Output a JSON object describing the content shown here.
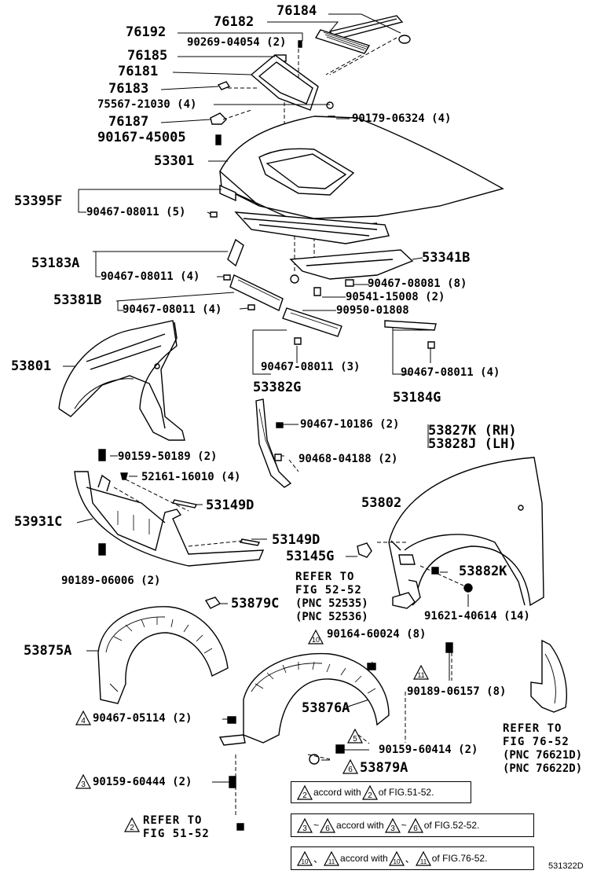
{
  "labels": {
    "p76184": "76184",
    "p76182": "76182",
    "p76192": "76192",
    "p90269": "90269-04054 (2)",
    "p76185": "76185",
    "p76181": "76181",
    "p76183": "76183",
    "p75567": "75567-21030 (4)",
    "p90179": "90179-06324 (4)",
    "p76187": "76187",
    "p90167": "90167-45005",
    "p53301": "53301",
    "p53395f": "53395F",
    "p90467_5": "90467-08011 (5)",
    "p53183a": "53183A",
    "p90467_4a": "90467-08011 (4)",
    "p53341b": "53341B",
    "p90467_08081": "90467-08081 (8)",
    "p90541": "90541-15008 (2)",
    "p53381b": "53381B",
    "p90467_4b": "90467-08011 (4)",
    "p90950": "90950-01808",
    "p53801": "53801",
    "p90467_3": "90467-08011 (3)",
    "p53382g": "53382G",
    "p90467_4c": "90467-08011 (4)",
    "p53184g": "53184G",
    "p90467_10186": "90467-10186 (2)",
    "p53827k": "53827K (RH)",
    "p53828j": "53828J (LH)",
    "p90468": "90468-04188 (2)",
    "p90159_50189": "90159-50189 (2)",
    "p52161": "52161-16010 (4)",
    "p53149d_a": "53149D",
    "p53802": "53802",
    "p53931c": "53931C",
    "p53149d_b": "53149D",
    "p53145g": "53145G",
    "p53882k": "53882K",
    "p90189_06006": "90189-06006 (2)",
    "ref_5252_1": "REFER TO",
    "ref_5252_2": "FIG 52-52",
    "ref_5252_3": "(PNC 52535)",
    "ref_5252_4": "(PNC 52536)",
    "p91621": "91621-40614 (14)",
    "p53879c": "53879C",
    "p53875a": "53875A",
    "p90164": "90164-60024 (8)",
    "p90189_06157": "90189-06157 (8)",
    "p53876a": "53876A",
    "p90467_05114": "90467-05114 (2)",
    "p90159_60414": "90159-60414 (2)",
    "p53879a": "53879A",
    "p90159_60444": "90159-60444 (2)",
    "ref_7652_1": "REFER TO",
    "ref_7652_2": "FIG 76-52",
    "ref_7652_3": "(PNC 76621D)",
    "ref_7652_4": "(PNC 76622D)",
    "ref_5152_1": "REFER TO",
    "ref_5152_2": "FIG 51-52"
  },
  "markers": {
    "m10": "10",
    "m4": "4",
    "m3": "3",
    "m2": "2",
    "m11": "11",
    "m5": "5",
    "m6": "6"
  },
  "notes": {
    "n1": {
      "a": "2",
      "t1": "accord with",
      "b": "2",
      "t2": "of FIG.51-52."
    },
    "n2": {
      "a": "3",
      "sep1": "~",
      "a2": "6",
      "t1": "accord with",
      "b": "3",
      "sep2": "~",
      "b2": "6",
      "t2": "of FIG.52-52."
    },
    "n3": {
      "a": "10",
      "sep1": "、",
      "a2": "11",
      "t1": "accord with",
      "b": "10",
      "sep2": "、",
      "b2": "11",
      "t2": "of FIG.76-52."
    }
  },
  "diagram_code": "531322D"
}
